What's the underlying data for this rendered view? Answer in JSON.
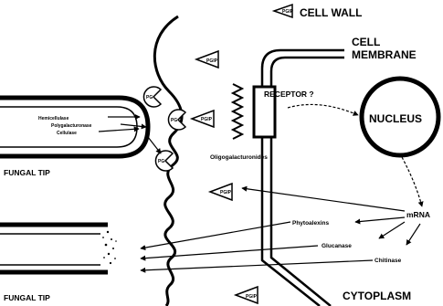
{
  "labels": {
    "cell_wall": "CELL WALL",
    "cell": "CELL",
    "membrane": "MEMBRANE",
    "receptor": "RECEPTOR ?",
    "nucleus": "NUCLEUS",
    "oligogalacturonides": "Oligogalacturonides",
    "fungal_tip_top": "FUNGAL TIP",
    "fungal_tip_bottom": "FUNGAL TIP",
    "mrna": "mRNA",
    "phytoalexins": "Phytoalexins",
    "glucanase": "Glucanase",
    "chitinase": "Chitinase",
    "cytoplasm": "CYTOPLASM",
    "hemicellulase": "Hemicellulase",
    "polygalacturonase": "Polygalacturonase",
    "cellulase": "Cellulase"
  },
  "enzymes": {
    "pgip": "PGIP",
    "pg": "PG"
  }
}
